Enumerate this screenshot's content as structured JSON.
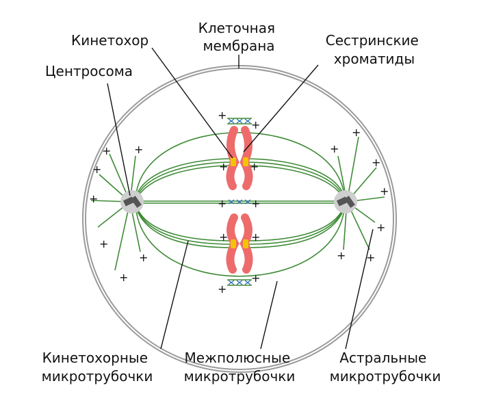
{
  "labels": {
    "kinetochore": "Кинетохор",
    "membrane": [
      "Клеточная",
      "мембрана"
    ],
    "sister_chromatids": [
      "Сестринские",
      "хроматиды"
    ],
    "centrosome": "Центросома",
    "kinetochore_mt": [
      "Кинетохорные",
      "микротрубочки"
    ],
    "interpolar_mt": [
      "Межполюсные",
      "микротрубочки"
    ],
    "astral_mt": [
      "Астральные",
      "микротрубочки"
    ]
  },
  "plus_sign": "+",
  "colors": {
    "membrane": "#9a9a9a",
    "microtubule": "#3d8a35",
    "chromatid": "#ee6b6b",
    "kinetochore": "#f4c400",
    "centrosome": "#cfcfcf",
    "centriole": "#555555",
    "crosslink": "#2d6fb5"
  }
}
